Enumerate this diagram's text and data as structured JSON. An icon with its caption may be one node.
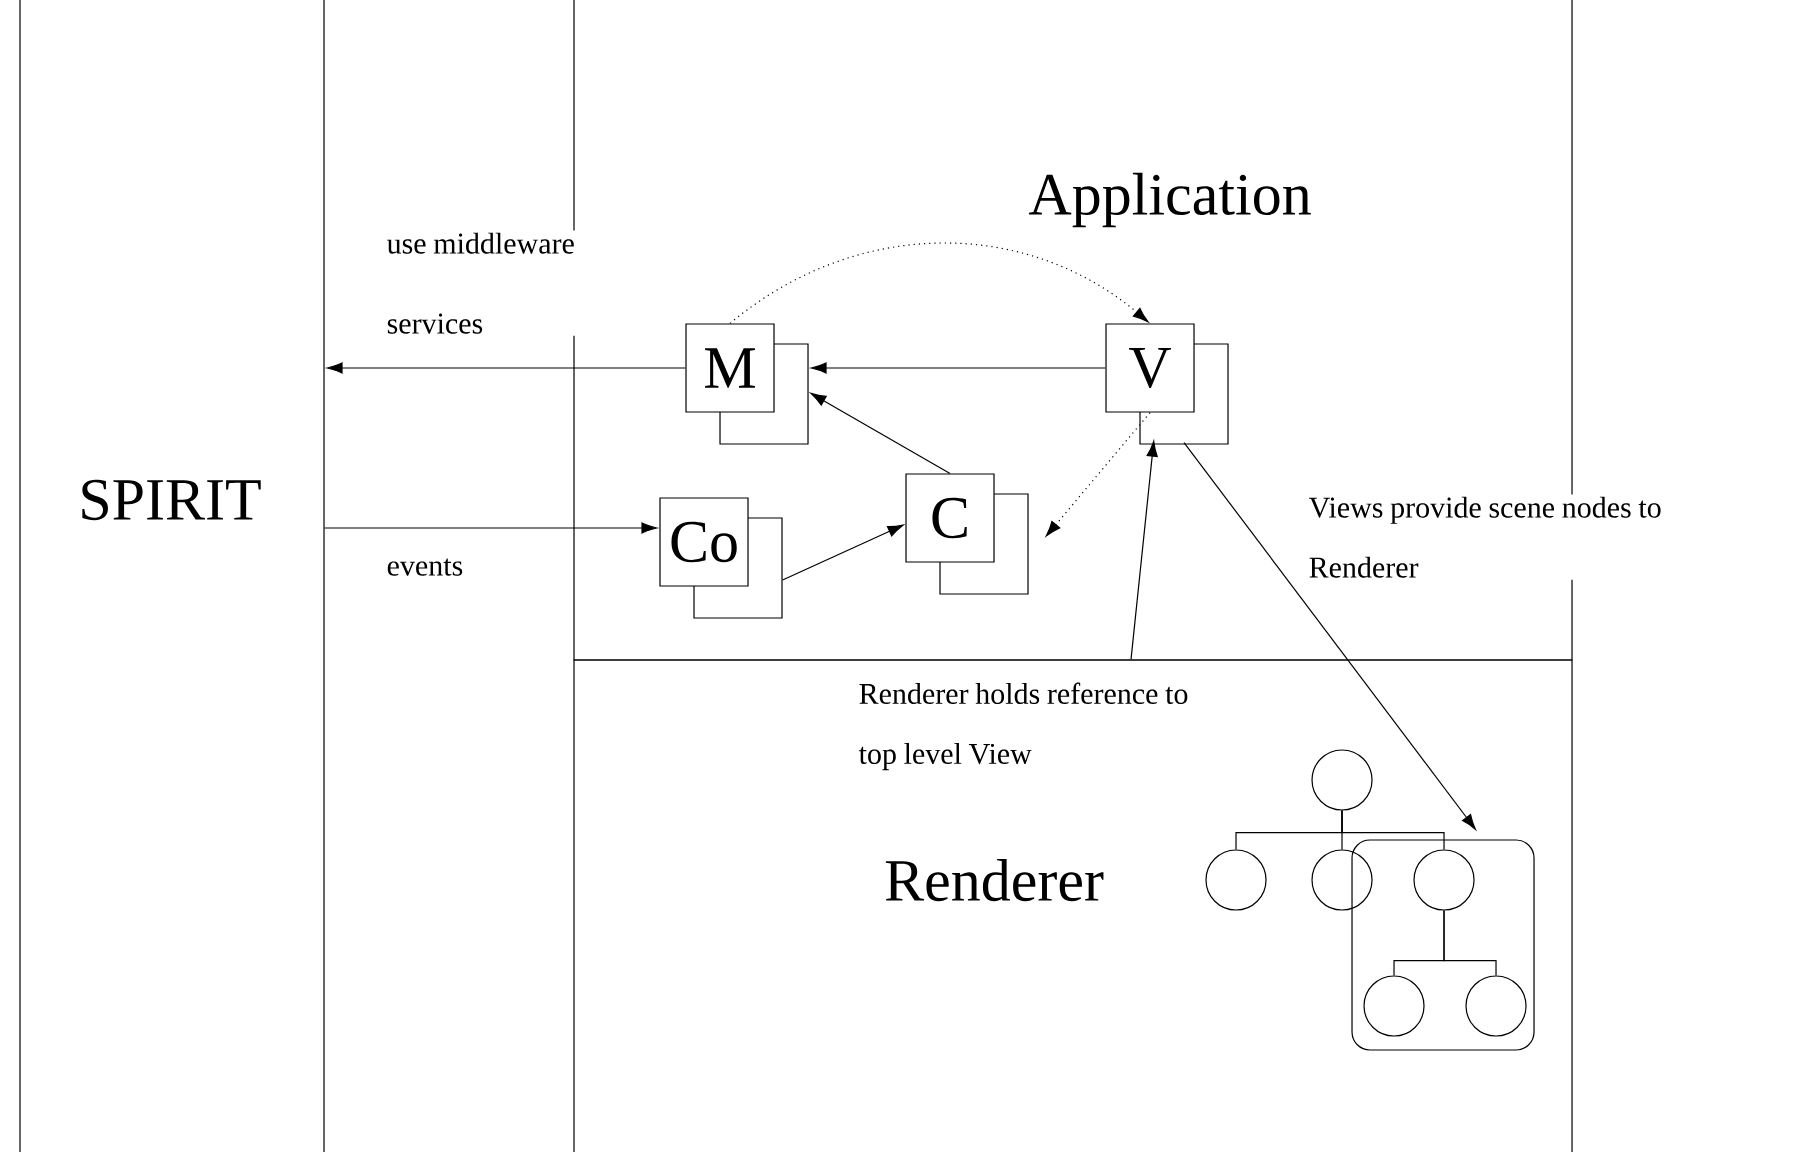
{
  "diagram": {
    "nodes": [
      {
        "text": [
          "SPIRIT"
        ]
      },
      {
        "text": [
          "Application"
        ]
      },
      {
        "text": [
          "Renderer"
        ]
      },
      {
        "text": [
          "M"
        ],
        "in": 1
      },
      {
        "text": [
          "V"
        ],
        "in": 1
      },
      {
        "text": [
          "Co"
        ],
        "in": 1
      },
      {
        "text": [
          "C"
        ],
        "in": 1
      },
      {
        "text": [],
        "shape": "circle",
        "in": 2
      },
      {
        "text": [],
        "shape": "circle",
        "in": 2
      },
      {
        "text": [],
        "shape": "circle",
        "in": 2
      },
      {
        "text": [],
        "shape": "box",
        "in": 2
      },
      {
        "text": [],
        "shape": "circle",
        "in": 10
      },
      {
        "text": [],
        "shape": "circle",
        "in": 10
      },
      {
        "text": [],
        "shape": "circle",
        "in": 10
      }
    ],
    "edges": [
      {
        "from": 3,
        "to": 0,
        "arrow": "to",
        "label": "use middleware services"
      },
      {
        "from": 0,
        "to": 5,
        "arrow": "to",
        "label": "events"
      },
      {
        "from": 4,
        "to": 3,
        "arrow": "to"
      },
      {
        "from": 6,
        "to": 3,
        "arrow": "to"
      },
      {
        "from": 5,
        "to": 6,
        "arrow": "to"
      },
      {
        "from": 3,
        "to": 4,
        "arrow": "to",
        "style": "dashed"
      },
      {
        "from": 4,
        "to": 6,
        "arrow": "to",
        "style": "dashed"
      },
      {
        "from": 2,
        "to": 4,
        "arrow": "to",
        "label": "Renderer holds reference to top level View"
      },
      {
        "from": 4,
        "to": 10,
        "arrow": "to",
        "label": "Views provide scene nodes to Renderer"
      },
      {
        "from": 7,
        "to": 8,
        "arrow": "none"
      },
      {
        "from": 7,
        "to": 9,
        "arrow": "none"
      },
      {
        "from": 7,
        "to": 11,
        "arrow": "none"
      },
      {
        "from": 11,
        "to": 12,
        "arrow": "none"
      },
      {
        "from": 11,
        "to": 13,
        "arrow": "none"
      }
    ]
  }
}
